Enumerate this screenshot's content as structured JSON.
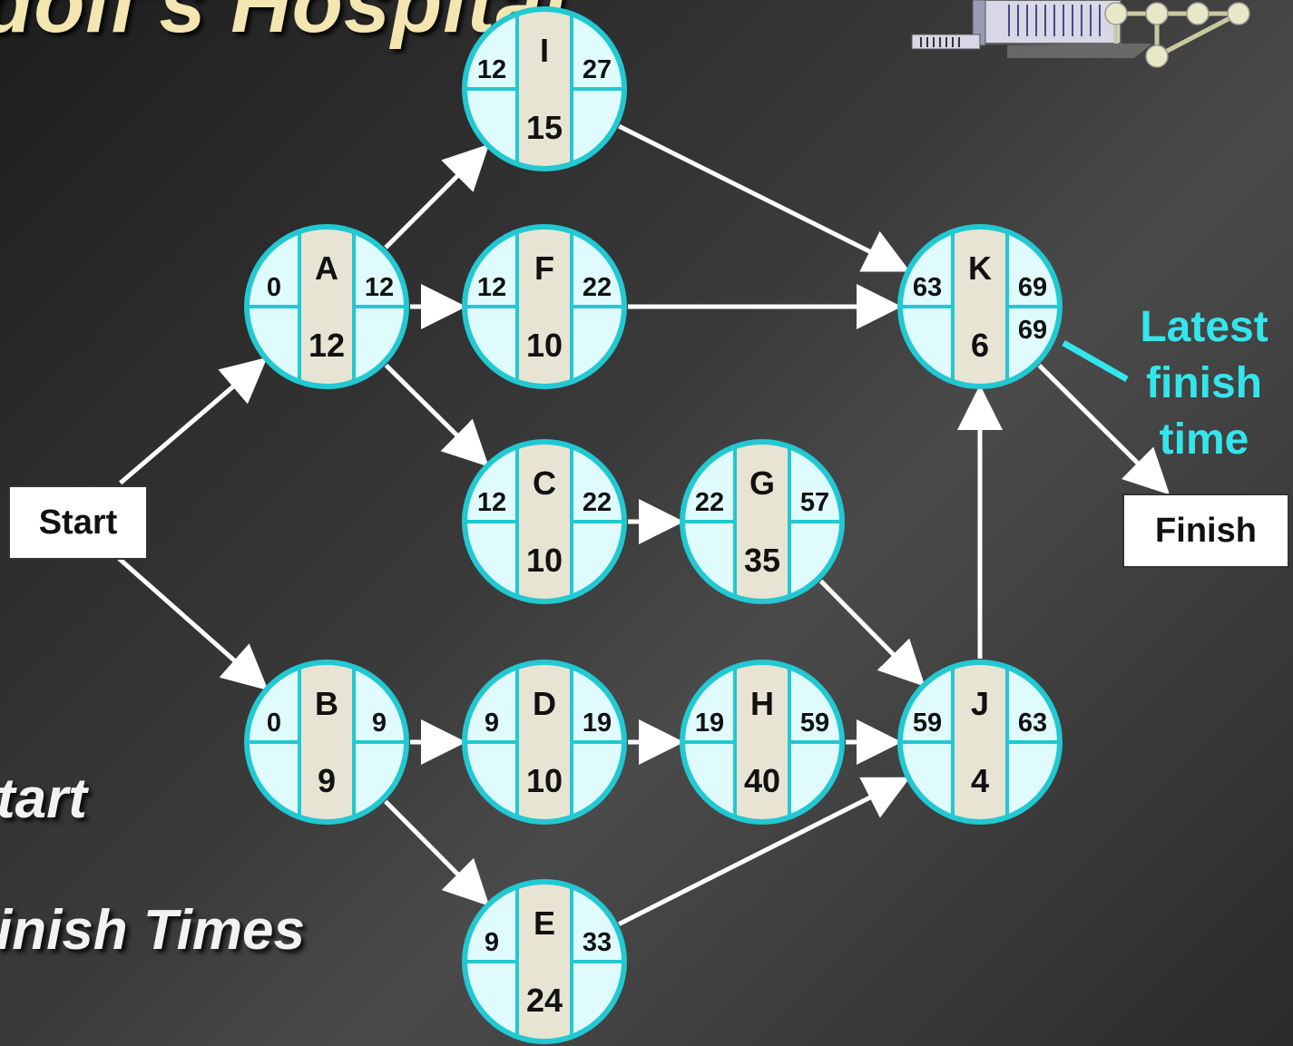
{
  "slide": {
    "title": "dolf's Hospital",
    "bullet_1": "tart",
    "bullet_2": "inish Times"
  },
  "start_label": "Start",
  "finish_label": "Finish",
  "annotation": {
    "line1": "Latest",
    "line2": "finish",
    "line3": "time"
  },
  "colors": {
    "node_fill": "#e0fbfd",
    "node_border": "#22c8d2",
    "center_band": "#e8e4d3",
    "arrow": "#ffffff",
    "annotation": "#33e6ec"
  },
  "activities": [
    {
      "name": "A",
      "es": "0",
      "ef": "12",
      "duration": "12",
      "lf": ""
    },
    {
      "name": "B",
      "es": "0",
      "ef": "9",
      "duration": "9",
      "lf": ""
    },
    {
      "name": "C",
      "es": "12",
      "ef": "22",
      "duration": "10",
      "lf": ""
    },
    {
      "name": "D",
      "es": "9",
      "ef": "19",
      "duration": "10",
      "lf": ""
    },
    {
      "name": "E",
      "es": "9",
      "ef": "33",
      "duration": "24",
      "lf": ""
    },
    {
      "name": "F",
      "es": "12",
      "ef": "22",
      "duration": "10",
      "lf": ""
    },
    {
      "name": "G",
      "es": "22",
      "ef": "57",
      "duration": "35",
      "lf": ""
    },
    {
      "name": "H",
      "es": "19",
      "ef": "59",
      "duration": "40",
      "lf": ""
    },
    {
      "name": "I",
      "es": "12",
      "ef": "27",
      "duration": "15",
      "lf": ""
    },
    {
      "name": "J",
      "es": "59",
      "ef": "63",
      "duration": "4",
      "lf": ""
    },
    {
      "name": "K",
      "es": "63",
      "ef": "69",
      "duration": "6",
      "lf": "69"
    }
  ],
  "edges": [
    [
      "Start",
      "A"
    ],
    [
      "Start",
      "B"
    ],
    [
      "A",
      "I"
    ],
    [
      "A",
      "F"
    ],
    [
      "A",
      "C"
    ],
    [
      "B",
      "D"
    ],
    [
      "B",
      "E"
    ],
    [
      "C",
      "G"
    ],
    [
      "D",
      "H"
    ],
    [
      "G",
      "J"
    ],
    [
      "H",
      "J"
    ],
    [
      "E",
      "J"
    ],
    [
      "I",
      "K"
    ],
    [
      "F",
      "K"
    ],
    [
      "J",
      "K"
    ],
    [
      "K",
      "Finish"
    ]
  ]
}
